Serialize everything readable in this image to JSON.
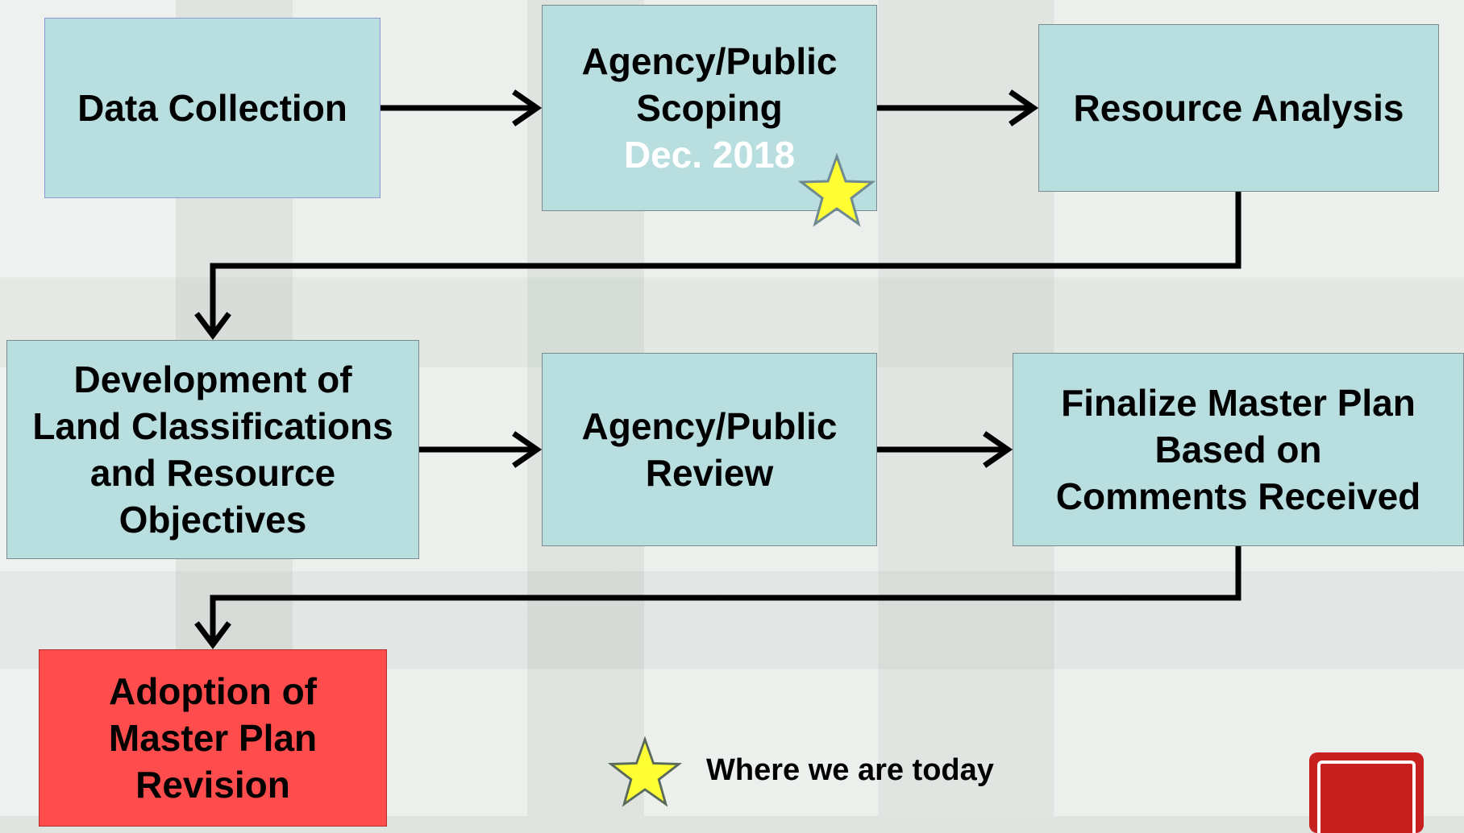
{
  "steps": {
    "data_collection": "Data Collection",
    "scoping": {
      "line1": "Agency/Public",
      "line2": "Scoping",
      "date": "Dec. 2018"
    },
    "resource_analysis": "Resource Analysis",
    "development": {
      "line1": "Development of",
      "line2": "Land Classifications",
      "line3": "and Resource",
      "line4": "Objectives"
    },
    "review": {
      "line1": "Agency/Public",
      "line2": "Review"
    },
    "finalize": {
      "line1": "Finalize Master Plan",
      "line2": "Based on",
      "line3": "Comments Received"
    },
    "adoption": {
      "line1": "Adoption of",
      "line2": "Master Plan",
      "line3": "Revision"
    }
  },
  "legend": {
    "text": "Where we are today",
    "icon": "star-icon"
  },
  "colors": {
    "box": "#b9dee0",
    "final_box": "#ff4c4c",
    "star": "#ffff33",
    "logo": "#c7201f"
  }
}
